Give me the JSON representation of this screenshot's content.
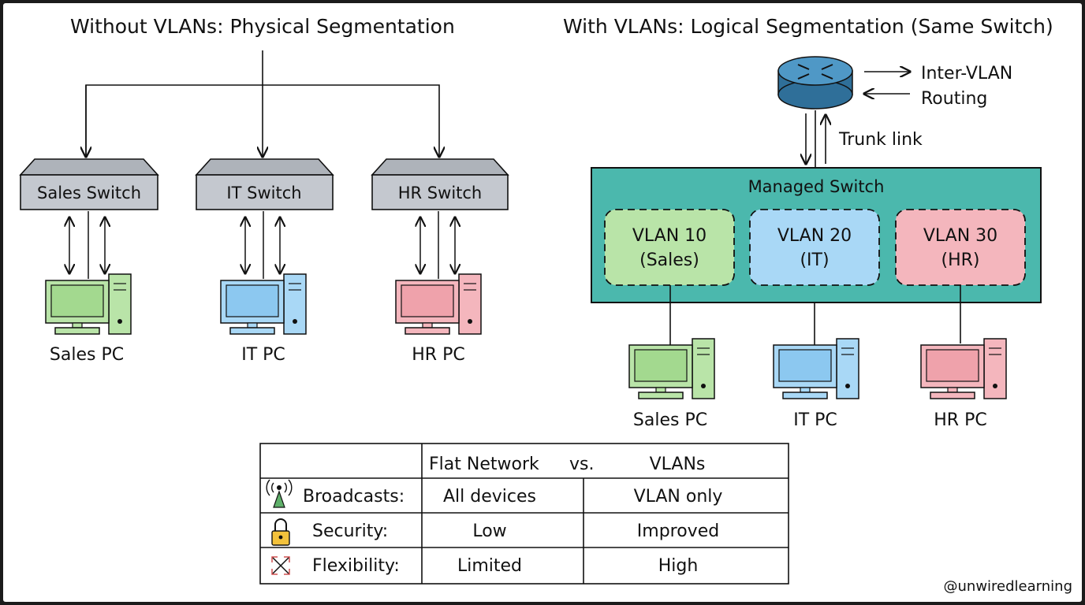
{
  "left": {
    "title": "Without VLANs: Physical Segmentation",
    "switches": [
      "Sales Switch",
      "IT Switch",
      "HR Switch"
    ],
    "pcs": [
      "Sales PC",
      "IT PC",
      "HR PC"
    ]
  },
  "right": {
    "title": "With VLANs: Logical Segmentation (Same Switch)",
    "router_label_line1": "Inter-VLAN",
    "router_label_line2": "Routing",
    "trunk_label": "Trunk link",
    "switch_label": "Managed Switch",
    "vlans": [
      {
        "id": "VLAN 10",
        "dept": "(Sales)"
      },
      {
        "id": "VLAN 20",
        "dept": "(IT)"
      },
      {
        "id": "VLAN 30",
        "dept": "(HR)"
      }
    ],
    "pcs": [
      "Sales PC",
      "IT PC",
      "HR PC"
    ]
  },
  "table": {
    "header_left": "Flat Network",
    "header_vs": "vs.",
    "header_right": "VLANs",
    "rows": [
      {
        "label": "Broadcasts:",
        "flat": "All devices",
        "vlan": "VLAN only",
        "icon": "antenna-icon"
      },
      {
        "label": "Security:",
        "flat": "Low",
        "vlan": "Improved",
        "icon": "padlock-icon"
      },
      {
        "label": "Flexibility:",
        "flat": "Limited",
        "vlan": "High",
        "icon": "arrows-expand-icon"
      }
    ]
  },
  "watermark": "@unwiredlearning",
  "colors": {
    "switch_gray": "#c4c8cf",
    "managed_switch_teal": "#4bb8ad",
    "sales_green": "#b9e4a8",
    "it_blue": "#a9d8f6",
    "hr_pink": "#f4b6bd",
    "router_blue": "#3f86b4"
  }
}
